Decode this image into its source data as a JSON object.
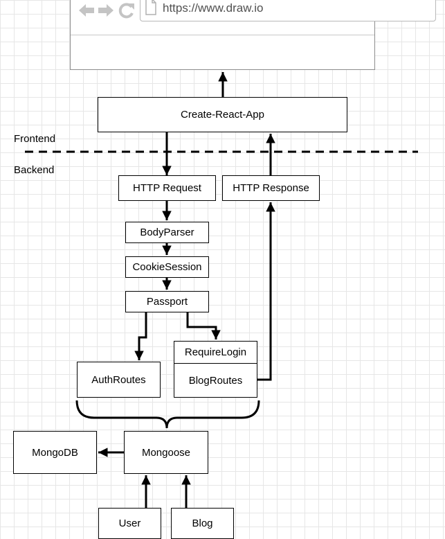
{
  "browser": {
    "url": "https://www.draw.io"
  },
  "sections": {
    "frontend": "Frontend",
    "backend": "Backend"
  },
  "nodes": {
    "create_react_app": "Create-React-App",
    "http_request": "HTTP Request",
    "http_response": "HTTP Response",
    "body_parser": "BodyParser",
    "cookie_session": "CookieSession",
    "passport": "Passport",
    "require_login": "RequireLogin",
    "auth_routes": "AuthRoutes",
    "blog_routes": "BlogRoutes",
    "mongodb": "MongoDB",
    "mongoose": "Mongoose",
    "user": "User",
    "blog": "Blog"
  },
  "icons": [
    "back-arrow-icon",
    "forward-arrow-icon",
    "reload-icon",
    "page-icon"
  ]
}
